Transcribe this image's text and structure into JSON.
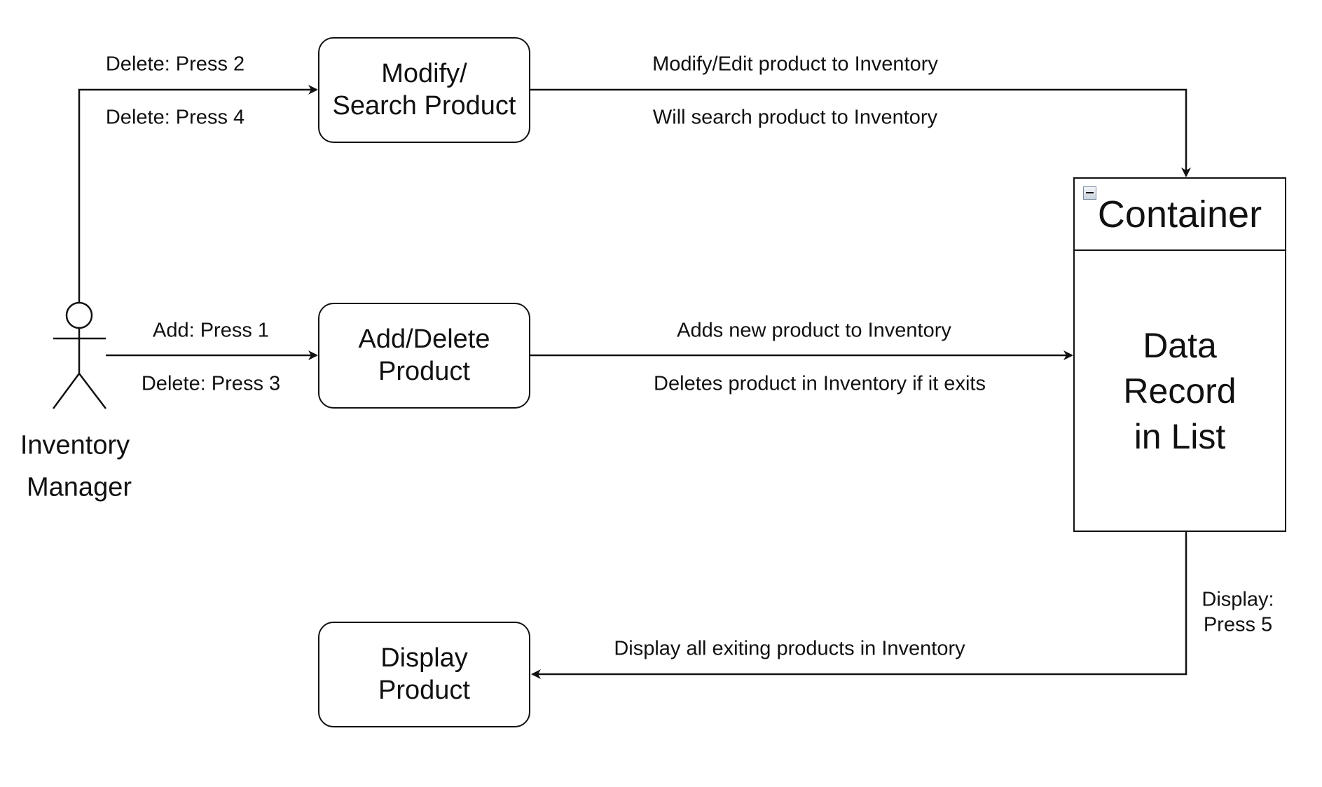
{
  "actor": {
    "label_line1": "Inventory",
    "label_line2": "Manager"
  },
  "nodes": {
    "modify_search": "Modify/\nSearch Product",
    "add_delete": "Add/Delete\nProduct",
    "display": "Display\nProduct"
  },
  "container": {
    "title": "Container",
    "body": "Data\nRecord\nin List"
  },
  "edge_labels": {
    "to_modify_top": "Delete: Press 2",
    "to_modify_bottom": "Delete: Press 4",
    "to_add_top": "Add: Press 1",
    "to_add_bottom": "Delete: Press 3",
    "modify_to_container_top": "Modify/Edit product to Inventory",
    "modify_to_container_bottom": "Will search product to Inventory",
    "add_to_container_top": "Adds new product to Inventory",
    "add_to_container_bottom": "Deletes product in Inventory if it exits",
    "container_display_line1": "Display:",
    "container_display_line2": "Press 5",
    "container_to_display": "Display all exiting products in Inventory"
  },
  "colors": {
    "stroke": "#111111",
    "background": "#ffffff"
  }
}
